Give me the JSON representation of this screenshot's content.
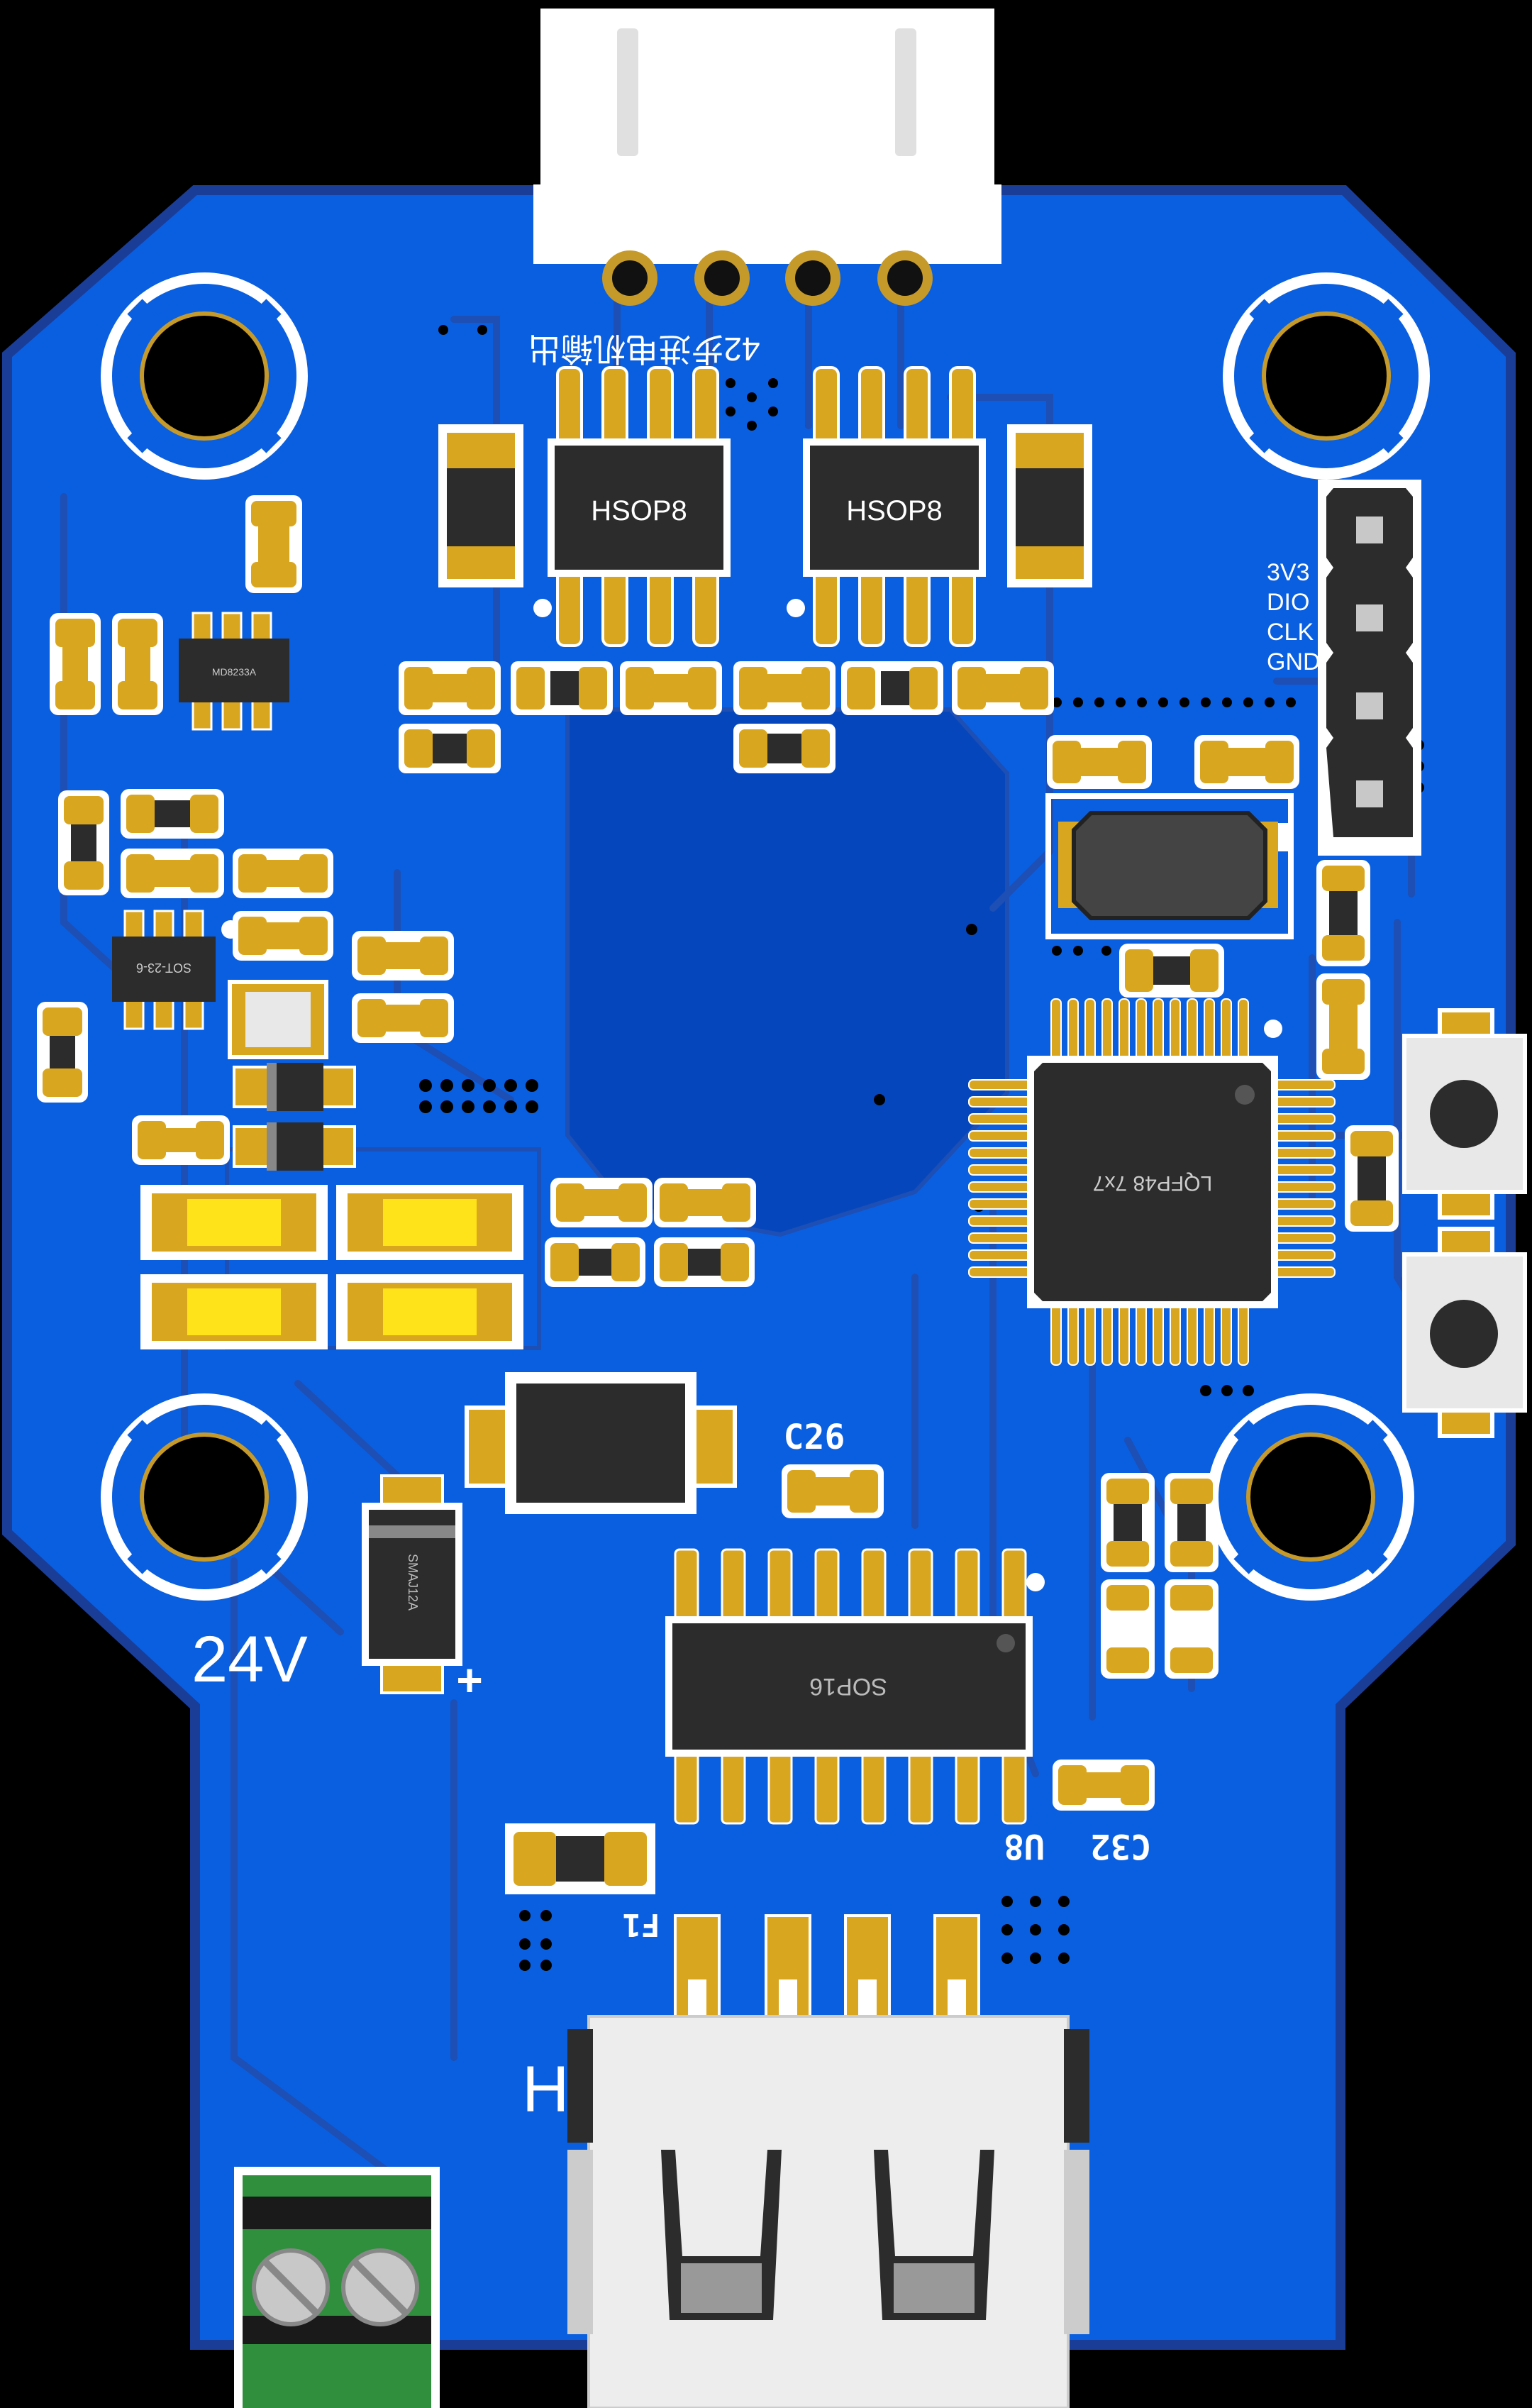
{
  "colors": {
    "background": "#000000",
    "board": "#0a5fe0",
    "board_edge": "#1a3d98",
    "trace": "#1d4fb5",
    "copper_pour": "#0646bc",
    "pad": "#d9a620",
    "silkscreen": "#ffffff",
    "chip": "#2c2c2c",
    "fuse_pad": "#ffe31a",
    "terminal": "#2f8f3d"
  },
  "labels": {
    "motor_output": "42步进电机输出",
    "ic_left": "HSOP8",
    "ic_right": "HSOP8",
    "header_3v3": "3V3",
    "header_dio": "DIO",
    "header_clk": "CLK",
    "header_gnd": "GND",
    "ic_small": "MD8233A",
    "ic_sot": "SOT-23-6",
    "mcu": "LQFP48 7x7",
    "c26": "C26",
    "power": "24V",
    "plus": "+",
    "diode": "SMAJ12A",
    "sop16": "SOP16",
    "u8": "U8",
    "c32": "C32",
    "f1": "F1",
    "h": "H"
  }
}
